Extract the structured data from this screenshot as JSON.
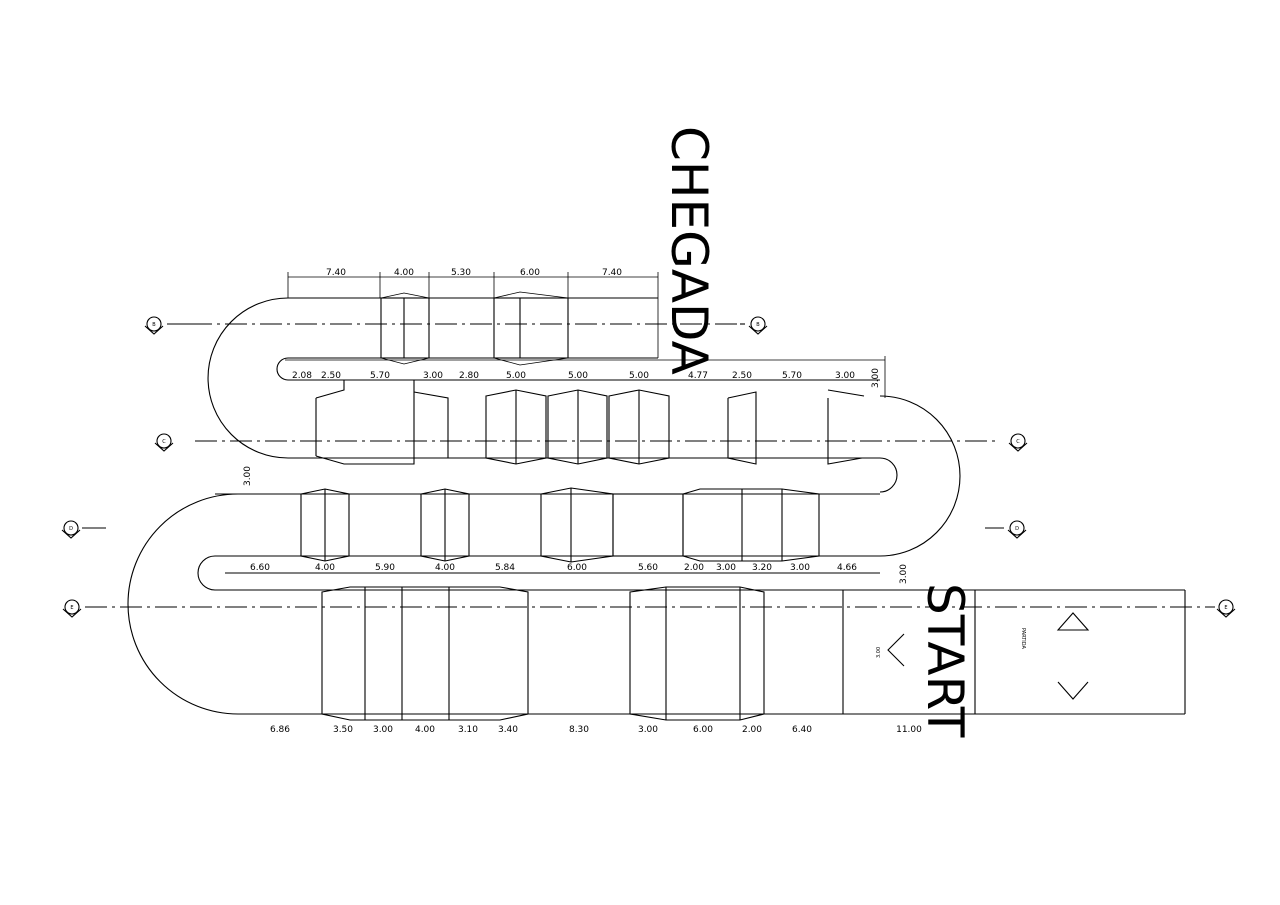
{
  "labels": {
    "finish": "CHEGADA",
    "start": "START"
  },
  "dimensions": {
    "row1": [
      "7.40",
      "4.00",
      "5.30",
      "6.00",
      "7.40"
    ],
    "row2": [
      "2.08",
      "2.50",
      "5.70",
      "3.00",
      "2.80",
      "5.00",
      "5.00",
      "5.00",
      "4.77",
      "2.50",
      "5.70",
      "3.00",
      "3.00"
    ],
    "row3": [
      "6.60",
      "4.00",
      "5.90",
      "4.00",
      "5.84",
      "6.00",
      "5.60",
      "2.00",
      "3.00",
      "3.20",
      "3.00",
      "4.66",
      "3.00"
    ],
    "row4": [
      "6.86",
      "3.50",
      "3.00",
      "4.00",
      "3.10",
      "3.40",
      "8.30",
      "3.00",
      "6.00",
      "2.00",
      "6.40",
      "11.00"
    ],
    "side": [
      "3.00"
    ]
  },
  "markers": {
    "axis": [
      "B",
      "B",
      "C",
      "C",
      "D",
      "D",
      "E",
      "E"
    ]
  },
  "small_notes": [
    "3.00",
    "PARTIDA"
  ],
  "colors": {
    "line": "#000000",
    "background": "#ffffff"
  }
}
